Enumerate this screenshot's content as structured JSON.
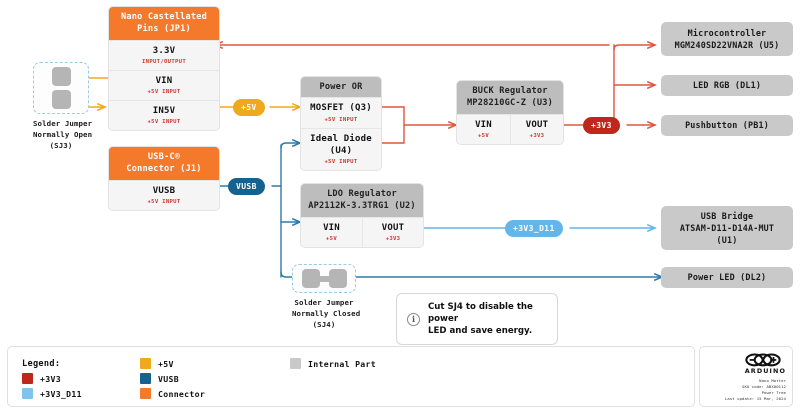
{
  "diagram": {
    "title": "Nano Matter Power Tree"
  },
  "blocks": {
    "jp1": {
      "header": "Nano Castellated\nPins (JP1)",
      "header_line1": "Nano Castellated",
      "header_line2": "Pins (JP1)",
      "type": "connector",
      "rows": [
        {
          "name": "3.3V",
          "sub": "INPUT/OUTPUT"
        },
        {
          "name": "VIN",
          "sub": "+5V INPUT"
        },
        {
          "name": "IN5V",
          "sub": "+5V INPUT"
        }
      ]
    },
    "j1": {
      "header_line1": "USB-C®",
      "header_line2": "Connector (J1)",
      "type": "connector",
      "rows": [
        {
          "name": "VUSB",
          "sub": "+5V INPUT"
        }
      ]
    },
    "power_or": {
      "header_line1": "Power OR",
      "type": "internal",
      "rows": [
        {
          "name": "MOSFET (Q3)",
          "sub": "+5V INPUT"
        },
        {
          "name": "Ideal Diode\n(U4)",
          "name_line1": "Ideal Diode",
          "name_line2": "(U4)",
          "sub": "+5V INPUT"
        }
      ]
    },
    "buck": {
      "header_line1": "BUCK Regulator",
      "header_line2": "MP28210GC-Z (U3)",
      "type": "internal",
      "cols": [
        {
          "name": "VIN",
          "sub": "+5V"
        },
        {
          "name": "VOUT",
          "sub": "+3V3"
        }
      ]
    },
    "ldo": {
      "header_line1": "LDO Regulator",
      "header_line2": "AP2112K-3.3TRG1 (U2)",
      "type": "internal",
      "cols": [
        {
          "name": "VIN",
          "sub": "+5V"
        },
        {
          "name": "VOUT",
          "sub": "+3V3"
        }
      ]
    }
  },
  "parts": {
    "mcu": {
      "line1": "Microcontroller",
      "line2": "MGM240SD22VNA2R (U5)"
    },
    "led_rgb": {
      "line1": "LED RGB (DL1)"
    },
    "pushbutton": {
      "line1": "Pushbutton (PB1)"
    },
    "usb_bridge": {
      "line1": "USB Bridge",
      "line2": "ATSAM-D11-D14A-MUT",
      "line3": "(U1)"
    },
    "power_led": {
      "line1": "Power LED (DL2)"
    }
  },
  "nets": {
    "v5v": {
      "label": "+5V",
      "color": "#F0A81E"
    },
    "vusb": {
      "label": "VUSB",
      "color": "#15628F"
    },
    "v3v3": {
      "label": "+3V3",
      "color": "#C0271C"
    },
    "v3v3d11": {
      "label": "+3V3_D11",
      "color": "#64B6E8"
    }
  },
  "jumpers": {
    "sj3": {
      "cap_line1": "Solder Jumper",
      "cap_line2": "Normally Open",
      "cap_line3": "(SJ3)"
    },
    "sj4": {
      "cap_line1": "Solder Jumper",
      "cap_line2": "Normally Closed",
      "cap_line3": "(SJ4)"
    }
  },
  "note": {
    "icon": "info-icon",
    "line1": "Cut SJ4 to disable the power",
    "line2": "LED and save energy."
  },
  "legend": {
    "title": "Legend:",
    "items": [
      {
        "label": "+3V3",
        "color": "#C0271C"
      },
      {
        "label": "+3V3_D11",
        "color": "#7FC4EC"
      },
      {
        "label": "+5V",
        "color": "#F0A81E"
      },
      {
        "label": "VUSB",
        "color": "#15628F"
      },
      {
        "label": "Connector",
        "color": "#F4792B"
      },
      {
        "label": "Internal Part",
        "color": "#C9C9C9"
      }
    ]
  },
  "brand": {
    "wordmark": "ARDUINO",
    "meta_line1": "Nano Matter",
    "meta_line2": "SKU code: ABX00112",
    "meta_line3": "Power Tree",
    "meta_line4": "Last update: 15 Mar, 2024"
  }
}
